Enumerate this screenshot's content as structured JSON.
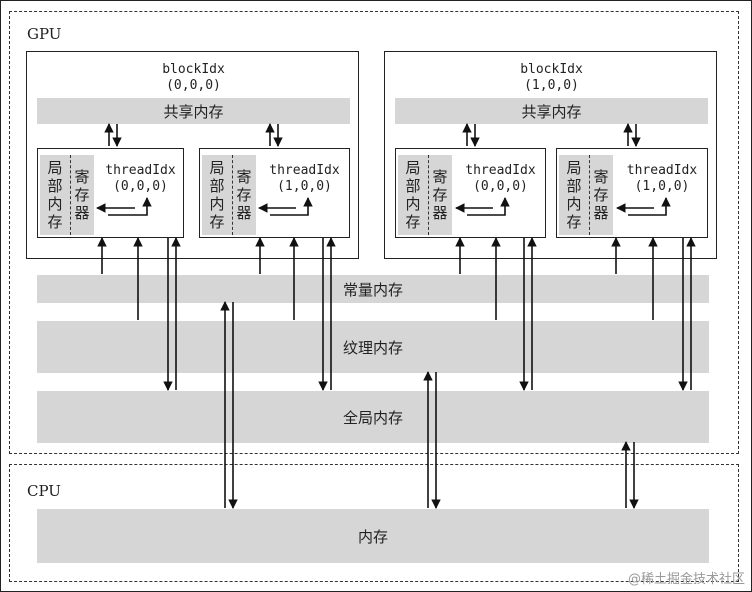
{
  "gpu": {
    "label": "GPU"
  },
  "cpu": {
    "label": "CPU",
    "memory_label": "内存"
  },
  "memory": {
    "constant": "常量内存",
    "texture": "纹理内存",
    "global": "全局内存"
  },
  "blocks": [
    {
      "idx_label": "blockIdx",
      "idx_value": "(0,0,0)",
      "shared_label": "共享内存",
      "threads": [
        {
          "local_label": "局部内存",
          "reg_label": "寄存器",
          "idx_label": "threadIdx",
          "idx_value": "(0,0,0)"
        },
        {
          "local_label": "局部内存",
          "reg_label": "寄存器",
          "idx_label": "threadIdx",
          "idx_value": "(1,0,0)"
        }
      ]
    },
    {
      "idx_label": "blockIdx",
      "idx_value": "(1,0,0)",
      "shared_label": "共享内存",
      "threads": [
        {
          "local_label": "局部内存",
          "reg_label": "寄存器",
          "idx_label": "threadIdx",
          "idx_value": "(0,0,0)"
        },
        {
          "local_label": "局部内存",
          "reg_label": "寄存器",
          "idx_label": "threadIdx",
          "idx_value": "(1,0,0)"
        }
      ]
    }
  ],
  "watermark": "@稀土掘金技术社区"
}
